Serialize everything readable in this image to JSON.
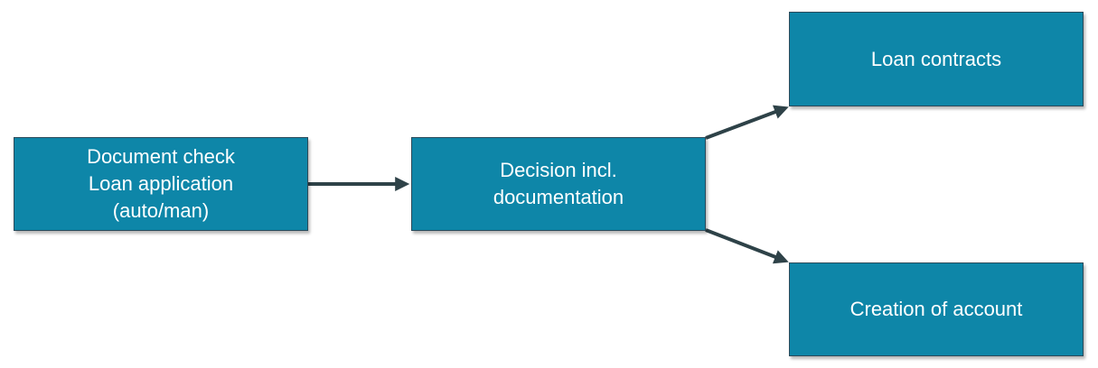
{
  "colors": {
    "box_fill": "#0e86a8",
    "box_border": "#2b4a5a",
    "connector": "#2e4248",
    "text": "#ffffff"
  },
  "nodes": {
    "document_check": {
      "lines": [
        "Document check",
        "Loan application",
        "(auto/man)"
      ]
    },
    "decision": {
      "lines": [
        "Decision incl.",
        "documentation"
      ]
    },
    "loan_contracts": {
      "lines": [
        "Loan contracts"
      ]
    },
    "creation_of_account": {
      "lines": [
        "Creation of account"
      ]
    }
  }
}
